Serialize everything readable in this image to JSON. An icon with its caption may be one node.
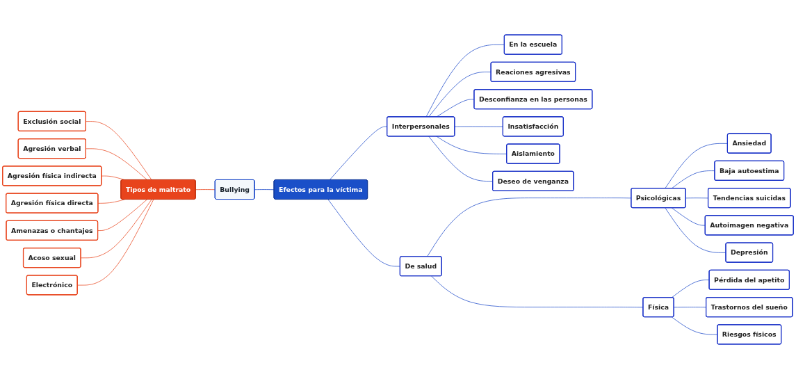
{
  "diagram": {
    "nodes": [
      {
        "text": [
          "Bullying"
        ]
      },
      {
        "text": [
          "Tipos de maltrato"
        ]
      },
      {
        "text": [
          "Efectos para la víctima"
        ]
      },
      {
        "text": [
          "Exclusión social"
        ]
      },
      {
        "text": [
          "Agresión verbal"
        ]
      },
      {
        "text": [
          "Agresión física indirecta"
        ]
      },
      {
        "text": [
          "Agresión física directa"
        ]
      },
      {
        "text": [
          "Amenazas o chantajes"
        ]
      },
      {
        "text": [
          "Acoso sexual"
        ]
      },
      {
        "text": [
          "Electrónico"
        ]
      },
      {
        "text": [
          "Interpersonales"
        ]
      },
      {
        "text": [
          "En la escuela"
        ]
      },
      {
        "text": [
          "Reaciones agresivas"
        ]
      },
      {
        "text": [
          "Desconfianza en las personas"
        ]
      },
      {
        "text": [
          "Insatisfacción"
        ]
      },
      {
        "text": [
          "Aislamiento"
        ]
      },
      {
        "text": [
          "Deseo de venganza"
        ]
      },
      {
        "text": [
          "De salud"
        ]
      },
      {
        "text": [
          "Psicológicas"
        ]
      },
      {
        "text": [
          "Ansiedad"
        ]
      },
      {
        "text": [
          "Baja autoestima"
        ]
      },
      {
        "text": [
          "Tendencias suicidas"
        ]
      },
      {
        "text": [
          "Autoimagen negativa"
        ]
      },
      {
        "text": [
          "Depresión"
        ]
      },
      {
        "text": [
          "Física"
        ]
      },
      {
        "text": [
          "Pérdida del apetito"
        ]
      },
      {
        "text": [
          "Trastornos del sueño"
        ]
      },
      {
        "text": [
          "Riesgos físicos"
        ]
      }
    ],
    "edges": [
      {
        "from": 1,
        "to": 0,
        "arrow": "none",
        "color": "#e8441c"
      },
      {
        "from": 0,
        "to": 2,
        "arrow": "none"
      },
      {
        "from": 3,
        "to": 1,
        "arrow": "none",
        "color": "#e8441c"
      },
      {
        "from": 4,
        "to": 1,
        "arrow": "none",
        "color": "#e8441c"
      },
      {
        "from": 5,
        "to": 1,
        "arrow": "none",
        "color": "#e8441c"
      },
      {
        "from": 6,
        "to": 1,
        "arrow": "none",
        "color": "#e8441c"
      },
      {
        "from": 7,
        "to": 1,
        "arrow": "none",
        "color": "#e8441c"
      },
      {
        "from": 8,
        "to": 1,
        "arrow": "none",
        "color": "#e8441c"
      },
      {
        "from": 9,
        "to": 1,
        "arrow": "none",
        "color": "#e8441c"
      },
      {
        "from": 2,
        "to": 10,
        "arrow": "none"
      },
      {
        "from": 2,
        "to": 17,
        "arrow": "none"
      },
      {
        "from": 10,
        "to": 11,
        "arrow": "none"
      },
      {
        "from": 10,
        "to": 12,
        "arrow": "none"
      },
      {
        "from": 10,
        "to": 13,
        "arrow": "none"
      },
      {
        "from": 10,
        "to": 14,
        "arrow": "none"
      },
      {
        "from": 10,
        "to": 15,
        "arrow": "none"
      },
      {
        "from": 10,
        "to": 16,
        "arrow": "none"
      },
      {
        "from": 17,
        "to": 18,
        "arrow": "none"
      },
      {
        "from": 17,
        "to": 24,
        "arrow": "none"
      },
      {
        "from": 18,
        "to": 19,
        "arrow": "none"
      },
      {
        "from": 18,
        "to": 20,
        "arrow": "none"
      },
      {
        "from": 18,
        "to": 21,
        "arrow": "none"
      },
      {
        "from": 18,
        "to": 22,
        "arrow": "none"
      },
      {
        "from": 18,
        "to": 23,
        "arrow": "none"
      },
      {
        "from": 24,
        "to": 25,
        "arrow": "none"
      },
      {
        "from": 24,
        "to": 26,
        "arrow": "none"
      },
      {
        "from": 24,
        "to": 27,
        "arrow": "none"
      }
    ]
  }
}
